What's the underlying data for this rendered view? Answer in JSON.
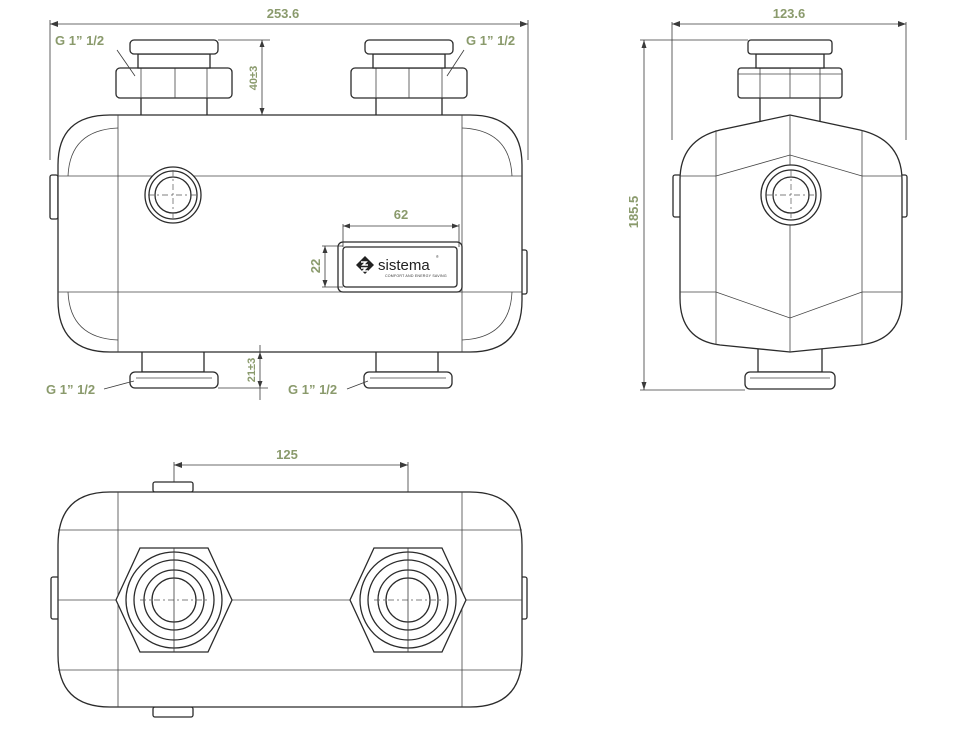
{
  "front_view": {
    "dim_overall_width": "253.6",
    "dim_top_height": "40±3",
    "dim_bottom_height": "21±3",
    "dim_plate_width": "62",
    "dim_plate_height": "22",
    "label_top_left": "G 1” 1/2",
    "label_top_right": "G 1” 1/2",
    "label_bottom_left": "G 1” 1/2",
    "label_bottom_right": "G 1” 1/2",
    "logo_text": "sistema",
    "logo_registered": "®",
    "logo_tagline": "COMFORT AND ENERGY SAVING"
  },
  "side_view": {
    "dim_width": "123.6",
    "dim_height": "185.5"
  },
  "bottom_view": {
    "dim_port_spacing": "125"
  },
  "colors": {
    "dimension_text": "#8a9a6c",
    "line": "#2b2b2b"
  }
}
